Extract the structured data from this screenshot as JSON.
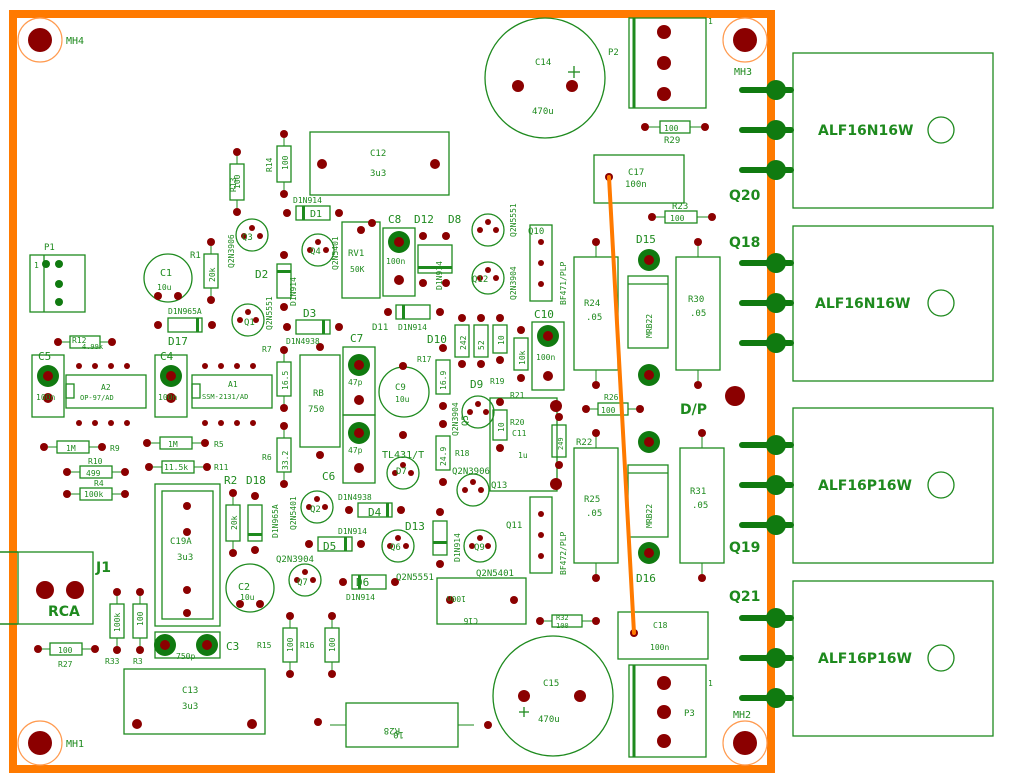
{
  "colors": {
    "outline": "#ff7a00",
    "silk": "#1e8a1e",
    "pad": "#8b0000",
    "pin": "#107a10",
    "trace": "#ff7a00",
    "background": "#ffffff"
  },
  "labels": {
    "mh4": "MH4",
    "mh3": "MH3",
    "mh1": "MH1",
    "mh2": "MH2",
    "c14": "C14",
    "c14v": "470u",
    "c15": "C15",
    "c15v": "470u",
    "p2": "P2",
    "p3": "P3",
    "p1": "P1",
    "r29": "R29",
    "r29v": "100",
    "c17": "C17",
    "c17v": "100n",
    "r23": "R23",
    "r23v": "100",
    "c12": "C12",
    "c12v": "3u3",
    "r13": "R13",
    "r13v": "100",
    "r14": "R14",
    "r14v": "100",
    "d1": "D1",
    "d1v": "D1N914",
    "q3": "Q3",
    "q3t": "Q2N3906",
    "q4": "Q4",
    "q4t": "Q2N5401",
    "rv1": "RV1",
    "rv1v": "50K",
    "c8": "C8",
    "c8v": "100n",
    "d12": "D12",
    "d12v": "D1N914",
    "d8": "D8",
    "q12": "Q12",
    "q12t": "Q2N3904",
    "q12t2": "Q2N5551",
    "q10": "Q10",
    "q10t": "BF471/PLP",
    "d15": "D15",
    "r24": "R24",
    "r24v": ".05",
    "r30": "R30",
    "r30v": ".05",
    "mrb1": "MRB22",
    "mrb2": "MRB22",
    "r1": "R1",
    "r1v": "20k",
    "c1": "C1",
    "c1v": "10u",
    "d2": "D2",
    "d2v": "D1N914",
    "q1": "Q1",
    "q1t": "Q2N5551",
    "d17": "D17",
    "d17v": "D1N965A",
    "r12": "R12",
    "r12v": "4.99k",
    "d3": "D3",
    "d3v": "D1N4938",
    "r7": "R7",
    "d11": "D11",
    "d11v": "D1N914",
    "d10": "D10",
    "r242": "242",
    "r252": "52",
    "r19": "R19",
    "r19v": "10",
    "r10k": "10k",
    "c10": "C10",
    "c10v": "100n",
    "c5": "C5",
    "c5v": "100n",
    "a2": "A2",
    "a2v": "OP-97/AD",
    "c4": "C4",
    "c4v": "100n",
    "a1": "A1",
    "a1v": "SSM-2131/AD",
    "r165": "16.5",
    "rb": "RB",
    "rbv": "750",
    "c7": "C7",
    "c7v": "47p",
    "c9": "C9",
    "c9v": "10u",
    "r17": "R17",
    "r169": "16.9",
    "q5": "Q5",
    "q5t": "Q2N3904",
    "d9": "D9",
    "r21": "R21",
    "r20": "R20",
    "r20v": "10",
    "c11": "C11",
    "c11v": "1u",
    "r249": "249",
    "r26": "R26",
    "r26v": "100",
    "dp": "D/P",
    "r9": "R9",
    "r9v": "1M",
    "r5": "R5",
    "r5v": "1M",
    "r10": "R10",
    "r10v": "499",
    "r11": "R11",
    "r11v": "11.5k",
    "r4": "R4",
    "r4v": "100k",
    "r6": "R6",
    "r332": "33.2",
    "c6": "C6",
    "c6v": "47p",
    "tl431": "TL431/T",
    "d7": "D7",
    "r18": "R18",
    "r249b": "24.9",
    "q13": "Q13",
    "q13t": "Q2N3906",
    "r22": "R22",
    "r25": "R25",
    "r25v": ".05",
    "r31": "R31",
    "r31v": ".05",
    "r2": "R2",
    "r2v": "20k",
    "d18": "D18",
    "d18v": "D1N965A",
    "q2": "Q2",
    "q2t": "Q2N5401",
    "d4": "D4",
    "d4v": "D1N4938",
    "c19a": "C19A",
    "c19av": "3u3",
    "d5": "D5",
    "d5v": "D1N914",
    "d13": "D13",
    "d13v": "D1N914",
    "q6": "Q6",
    "q9": "Q9",
    "q9t": "Q2N5401",
    "q11": "Q11",
    "q11t": "BF472/PLP",
    "d16": "D16",
    "j1": "J1",
    "rca": "RCA",
    "c2": "C2",
    "c2v": "10u",
    "q7": "Q7",
    "q7t": "Q2N3904",
    "d6": "D6",
    "d6v": "D1N914",
    "q8t": "Q2N5551",
    "c16": "C16",
    "c16v": "100n",
    "r32": "R32",
    "r32v": "100",
    "c18": "C18",
    "c18v": "100n",
    "r33": "R33",
    "r33v": "100k",
    "r3": "R3",
    "r3v": "100",
    "r15": "R15",
    "r15v": "100",
    "r16": "R16",
    "r16v": "100",
    "c3": "C3",
    "c3v": "750p",
    "r27": "R27",
    "r27v": "100",
    "c13": "C13",
    "c13v": "3u3",
    "r28": "R28",
    "r28v": "10",
    "q20": "Q20",
    "q18": "Q18",
    "q19": "Q19",
    "q21": "Q21",
    "alf1": "ALF16N16W",
    "alf2": "ALF16N16W",
    "alf3": "ALF16P16W",
    "alf4": "ALF16P16W",
    "pin1a": "1",
    "pin1b": "1",
    "pin1c": "1"
  }
}
